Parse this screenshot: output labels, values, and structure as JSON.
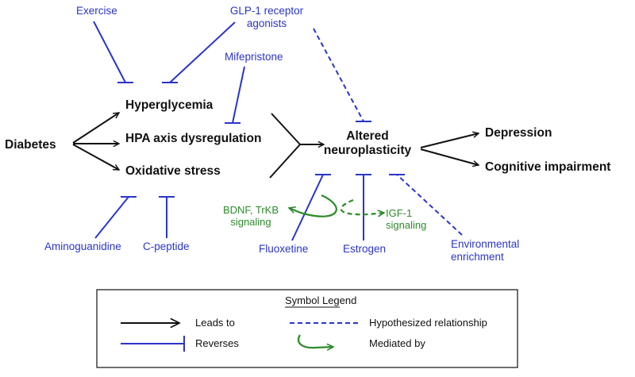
{
  "colors": {
    "black": "#111111",
    "blue": "#2a35c9",
    "green": "#2e8b2a"
  },
  "nodes": {
    "diabetes": "Diabetes",
    "hyperglycemia": "Hyperglycemia",
    "hpa": "HPA axis dysregulation",
    "oxidative": "Oxidative stress",
    "neuro_line1": "Altered",
    "neuro_line2": "neuroplasticity",
    "depression": "Depression",
    "cognitive": "Cognitive impairment"
  },
  "interventions": {
    "exercise": "Exercise",
    "glp1_line1": "GLP-1 receptor",
    "glp1_line2": "agonists",
    "mifepristone": "Mifepristone",
    "aminoguanidine": "Aminoguanidine",
    "cpeptide": "C-peptide",
    "fluoxetine": "Fluoxetine",
    "estrogen": "Estrogen",
    "env_line1": "Environmental",
    "env_line2": "enrichment"
  },
  "mediators": {
    "bdnf_line1": "BDNF, TrKB",
    "bdnf_line2": "signaling",
    "igf_line1": "IGF-1",
    "igf_line2": "signaling"
  },
  "legend": {
    "title": "Symbol Legend",
    "leads_to": "Leads to",
    "reverses": "Reverses",
    "hypothesized": "Hypothesized relationship",
    "mediated_by": "Mediated by"
  }
}
